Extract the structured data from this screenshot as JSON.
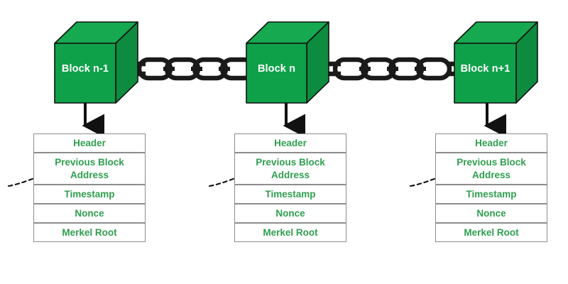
{
  "diagram": {
    "title": "Blockchain block structure chain diagram",
    "colors": {
      "cube_front": "#0fa14a",
      "cube_top": "#17a94f",
      "cube_side": "#0d8c40",
      "cube_outline": "#111111",
      "chain": "#1a1a1a",
      "arrow": "#111111",
      "box_border": "#8d8d8d",
      "box_fill": "#ffffff",
      "field_text": "#2f9e4f",
      "cube_text": "#ffffff",
      "background": "#ffffff"
    },
    "blocks": [
      {
        "id": "block-n-minus-1",
        "label": "Block n-1",
        "fields": [
          {
            "label": "Header",
            "lines": [
              "Header"
            ]
          },
          {
            "label": "Previous Block Address",
            "lines": [
              "Previous Block",
              "Address"
            ]
          },
          {
            "label": "Timestamp",
            "lines": [
              "Timestamp"
            ]
          },
          {
            "label": "Nonce",
            "lines": [
              "Nonce"
            ]
          },
          {
            "label": "Merkel Root",
            "lines": [
              "Merkel Root"
            ]
          }
        ]
      },
      {
        "id": "block-n",
        "label": "Block n",
        "fields": [
          {
            "label": "Header",
            "lines": [
              "Header"
            ]
          },
          {
            "label": "Previous Block Address",
            "lines": [
              "Previous Block",
              "Address"
            ]
          },
          {
            "label": "Timestamp",
            "lines": [
              "Timestamp"
            ]
          },
          {
            "label": "Nonce",
            "lines": [
              "Nonce"
            ]
          },
          {
            "label": "Merkel Root",
            "lines": [
              "Merkel Root"
            ]
          }
        ]
      },
      {
        "id": "block-n-plus-1",
        "label": "Block n+1",
        "fields": [
          {
            "label": "Header",
            "lines": [
              "Header"
            ]
          },
          {
            "label": "Previous Block Address",
            "lines": [
              "Previous Block",
              "Address"
            ]
          },
          {
            "label": "Timestamp",
            "lines": [
              "Timestamp"
            ]
          },
          {
            "label": "Nonce",
            "lines": [
              "Nonce"
            ]
          },
          {
            "label": "Merkel Root",
            "lines": [
              "Merkel Root"
            ]
          }
        ]
      }
    ],
    "connectors": {
      "chain_segments": 2,
      "links_per_segment": 4,
      "down_arrows": 3,
      "dashed_prev_arrows": 3
    }
  }
}
